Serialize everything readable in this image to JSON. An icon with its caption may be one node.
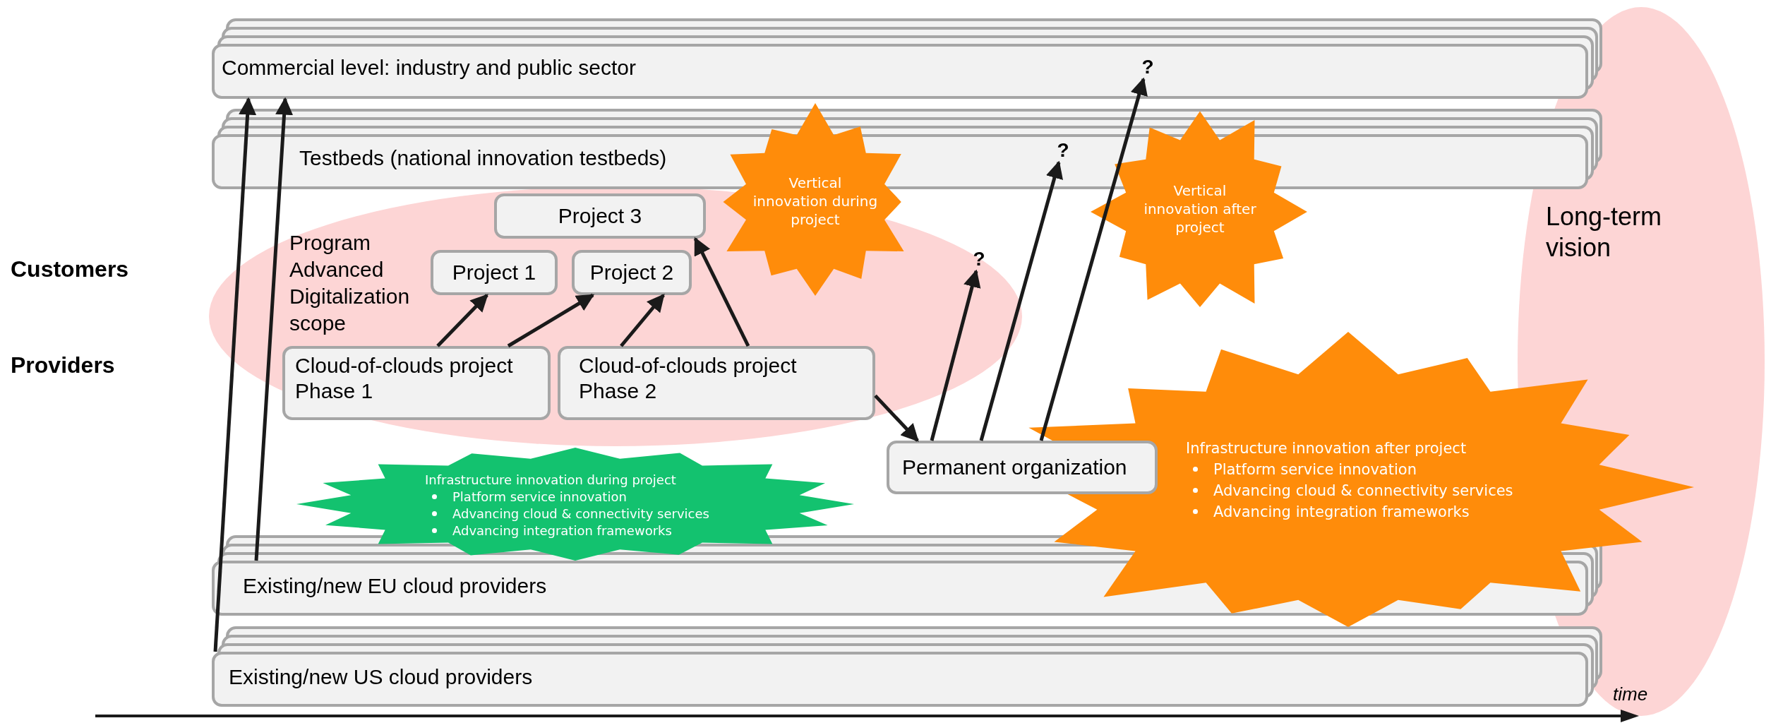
{
  "diagram": {
    "nodes": [
      {
        "text": [
          "Commercial level: industry and public sector"
        ]
      },
      {
        "text": [
          "Testbeds (national innovation testbeds)"
        ]
      },
      {
        "text": [
          "Program Advanced Digitalization scope"
        ]
      },
      {
        "text": [
          "Project 3"
        ],
        "in": 2
      },
      {
        "text": [
          "Project 1"
        ],
        "in": 2
      },
      {
        "text": [
          "Project 2"
        ],
        "in": 2
      },
      {
        "text": [
          "Cloud-of-clouds project Phase 1"
        ],
        "in": 2
      },
      {
        "text": [
          "Cloud-of-clouds project Phase 2"
        ],
        "in": 2
      },
      {
        "text": [
          "Vertical innovation during project"
        ]
      },
      {
        "text": [
          "Permanent organization"
        ]
      },
      {
        "text": [
          "?"
        ],
        "in": 0
      },
      {
        "text": [
          "?"
        ],
        "in": 1
      },
      {
        "text": [
          "?"
        ],
        "in": 2
      },
      {
        "text": [
          "Vertical innovation after project"
        ]
      },
      {
        "text": [
          "Long-term vision"
        ]
      },
      {
        "text": [
          "Infrastructure innovation during project",
          "Platform service innovation",
          "Advancing cloud & connectivity services",
          "Advancing integration frameworks"
        ]
      },
      {
        "text": [
          "Infrastructure innovation after project",
          "Platform service innovation",
          "Advancing cloud & connectivity services",
          "Advancing integration frameworks"
        ]
      },
      {
        "text": [
          "Existing/new EU cloud providers"
        ]
      },
      {
        "text": [
          "Existing/new US cloud providers"
        ]
      }
    ],
    "edges": [
      {
        "from": 18,
        "to": 0,
        "arrow": "to"
      },
      {
        "from": 17,
        "to": 0,
        "arrow": "to"
      },
      {
        "from": 6,
        "to": 4,
        "arrow": "to"
      },
      {
        "from": 6,
        "to": 5,
        "arrow": "to"
      },
      {
        "from": 7,
        "to": 5,
        "arrow": "to"
      },
      {
        "from": 7,
        "to": 3,
        "arrow": "to"
      },
      {
        "from": 7,
        "to": 9,
        "arrow": "to"
      },
      {
        "from": 9,
        "to": 12,
        "arrow": "to"
      },
      {
        "from": 9,
        "to": 11,
        "arrow": "to"
      },
      {
        "from": 9,
        "to": 10,
        "arrow": "to"
      }
    ],
    "labels": [
      "Customers",
      "Providers",
      "time"
    ]
  }
}
